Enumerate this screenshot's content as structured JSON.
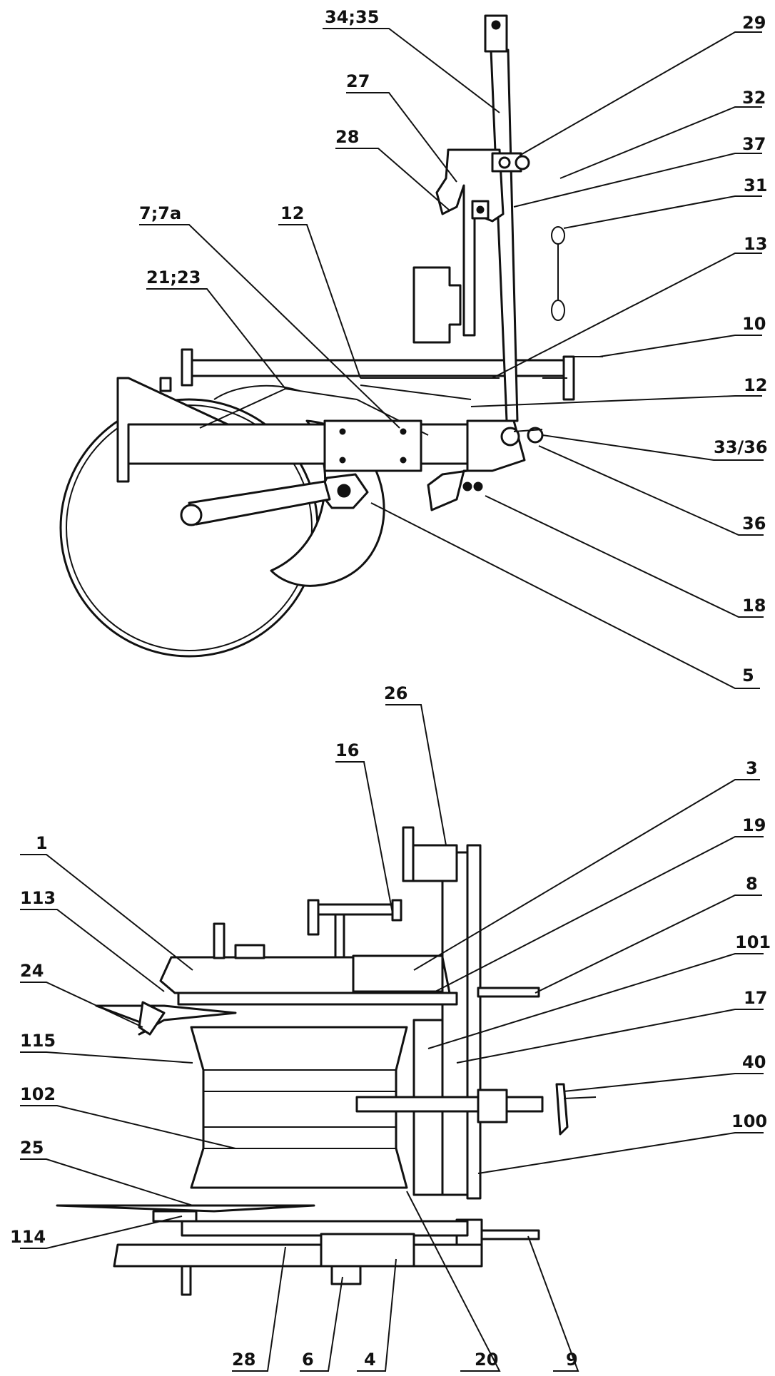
{
  "top_view": {
    "labels": [
      "34;35",
      "29",
      "27",
      "32",
      "28",
      "37",
      "31",
      "7;7a",
      "12",
      "21;23",
      "13",
      "10",
      "12",
      "33/36",
      "36",
      "18",
      "5"
    ]
  },
  "bottom_view": {
    "labels": [
      "26",
      "16",
      "3",
      "19",
      "1",
      "8",
      "113",
      "101",
      "24",
      "17",
      "115",
      "40",
      "102",
      "100",
      "25",
      "114",
      "28",
      "6",
      "4",
      "20",
      "9"
    ]
  }
}
